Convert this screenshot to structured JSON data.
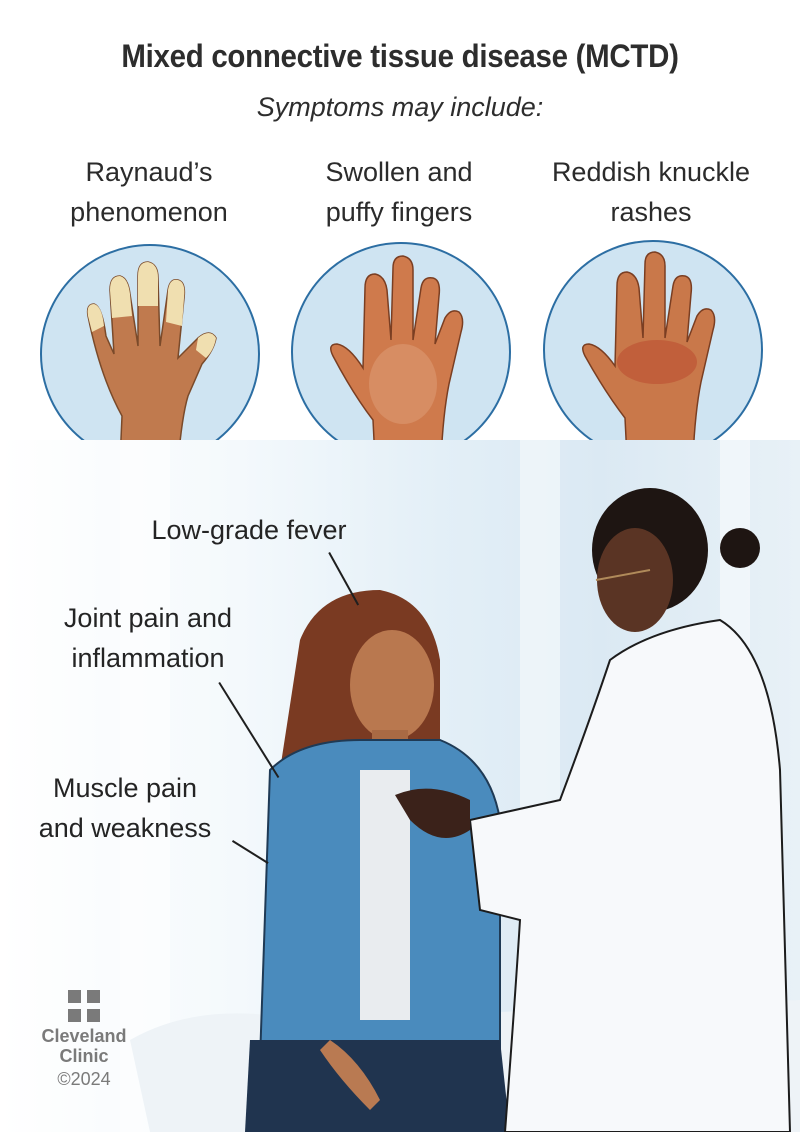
{
  "header": {
    "title": "Mixed connective tissue disease (MCTD)",
    "subtitle": "Symptoms may include:"
  },
  "hand_symptoms": [
    {
      "line1": "Raynaud’s",
      "line2": "phenomenon",
      "illustration": "hand-pale-fingertips"
    },
    {
      "line1": "Swollen and",
      "line2": "puffy fingers",
      "illustration": "hand-swollen-fingers"
    },
    {
      "line1": "Reddish knuckle",
      "line2": "rashes",
      "illustration": "hand-knuckle-rash"
    }
  ],
  "body_symptoms": [
    {
      "line1": "Low-grade fever",
      "line2": ""
    },
    {
      "line1": "Joint pain and",
      "line2": "inflammation"
    },
    {
      "line1": "Muscle pain",
      "line2": "and weakness"
    }
  ],
  "scene": {
    "description": "Doctor in white coat examining seated patient in blue shirt"
  },
  "branding": {
    "logo_icon": "cleveland-clinic-logo-icon",
    "name_line1": "Cleveland",
    "name_line2": "Clinic",
    "copyright": "©2024"
  },
  "colors": {
    "circle_fill": "#cfe4f2",
    "circle_border": "#2c6ea3",
    "text": "#2b2b2b",
    "logo_gray": "#7a7a7a",
    "shirt_blue": "#4a8bbd",
    "skin": "#c6855a"
  }
}
